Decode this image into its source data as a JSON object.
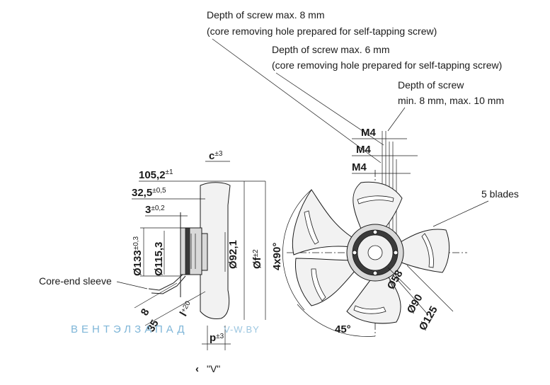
{
  "notes": {
    "screw_depth_8": [
      "Depth of screw max. 8 mm",
      "(core removing hole prepared for self-tapping screw)"
    ],
    "screw_depth_6": [
      "Depth of screw max. 6 mm",
      "(core removing hole prepared for self-tapping screw)"
    ],
    "screw_depth_range": [
      "Depth of screw",
      "min. 8 mm, max. 10 mm"
    ],
    "blades": "5 blades",
    "core_end_sleeve": "Core-end sleeve",
    "view": "\"V\""
  },
  "dimensions": {
    "m4_a": "M4",
    "m4_b": "M4",
    "m4_c": "M4",
    "c": {
      "label": "c",
      "tol": "±3"
    },
    "d105": {
      "label": "105,2",
      "tol": "±1"
    },
    "d32": {
      "label": "32,5",
      "tol": "±0,5"
    },
    "d3": {
      "label": "3",
      "tol": "±0,2"
    },
    "d133": {
      "label": "Ø133",
      "tol": "±0,3"
    },
    "d115": {
      "label": "Ø115,3",
      "tol": ""
    },
    "d92": {
      "label": "Ø92,1",
      "tol": ""
    },
    "df": {
      "label": "Øf",
      "tol": "±2"
    },
    "angle4x90": "4x90°",
    "d8": "8",
    "d35": "35",
    "dl": {
      "label": "l",
      "tol": "+20"
    },
    "p": {
      "label": "p",
      "tol": "±3"
    },
    "d58": "Ø58",
    "d90": "Ø90",
    "d125": "Ø125",
    "angle45": "45°"
  },
  "watermark": {
    "brand": "ВЕНТЭЛЗАПАД",
    "site": "V-W.BY"
  }
}
